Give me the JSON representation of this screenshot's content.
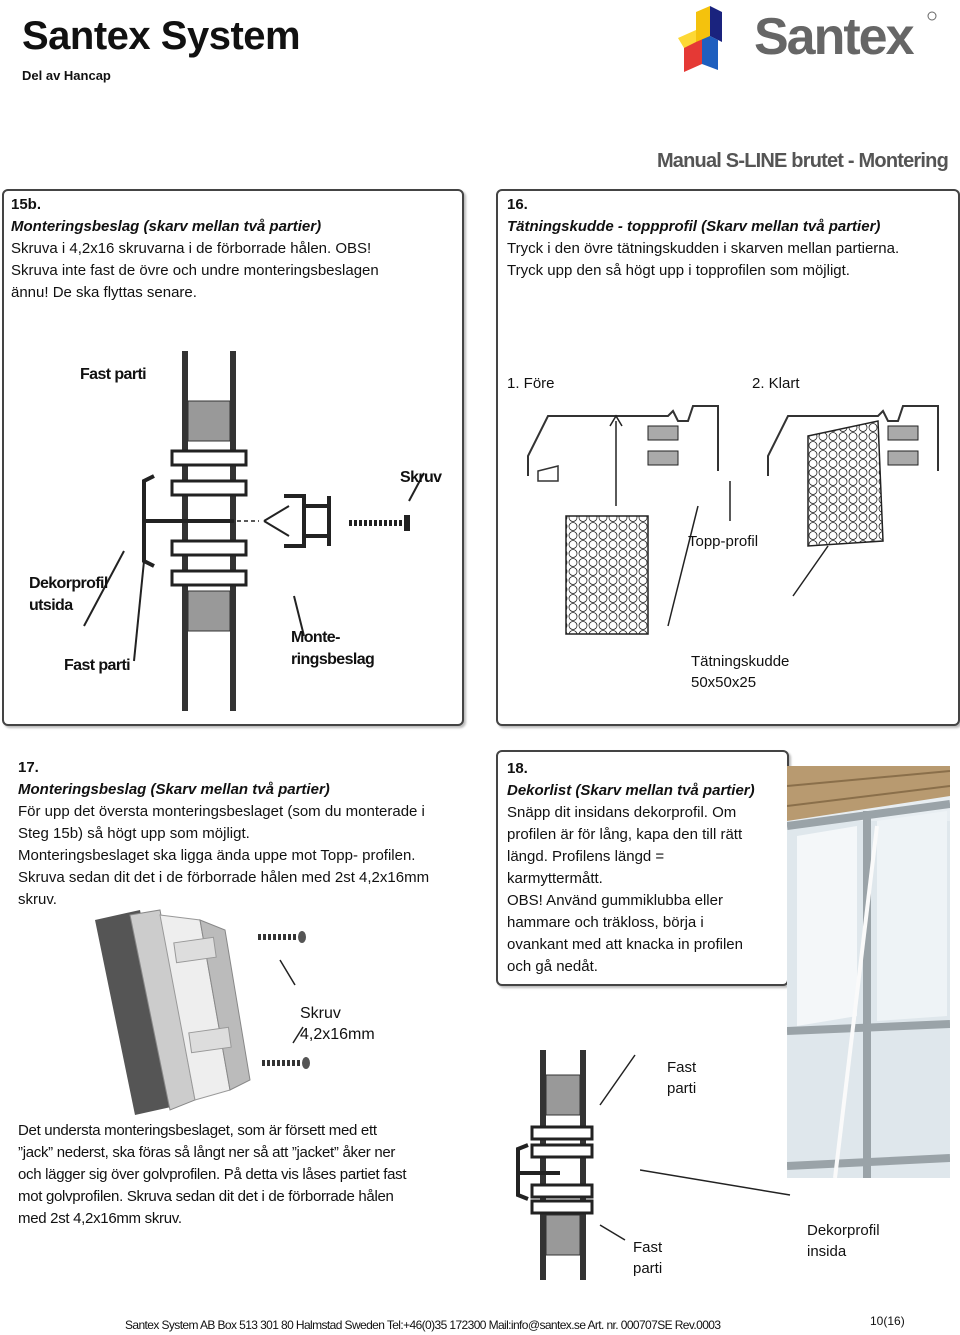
{
  "header": {
    "brand": "Santex System",
    "subtitle": "Del av Hancap",
    "logo_text": "Santex",
    "manual_title": "Manual S-LINE brutet - Montering"
  },
  "step15b": {
    "number": "15b.",
    "title": "Monteringsbeslag (skarv mellan två partier)",
    "line1": "Skruva i  4,2x16 skruvarna i de förborrade hålen. OBS!",
    "line2": "Skruva inte fast de övre och undre monteringsbeslagen",
    "line3": "ännu! De ska flyttas senare.",
    "drawing_labels": {
      "fast_top": "Fast parti",
      "skruv": "Skruv",
      "dekorprofil": "Dekorprofil",
      "utsida": "utsida",
      "monte": "Monte-",
      "ringsbeslag": "ringsbeslag",
      "fast_bottom": "Fast parti"
    }
  },
  "step16": {
    "number": "16.",
    "title_italic": "Tätningskudde - toppprofil",
    "title_rest": " (Skarv mellan två partier)",
    "line1": "Tryck i den övre tätningskudden i skarven mellan partierna.",
    "line2": "Tryck upp den så högt upp i topprofilen som möjligt.",
    "label_before": "1. Före",
    "label_after": "2. Klart",
    "label_topp": "Topp-profil",
    "label_kudde": "Tätningskudde",
    "label_size": "50x50x25"
  },
  "step17": {
    "number": "17.",
    "title_italic": "Monteringsbeslag",
    "title_rest": " (Skarv mellan två partier)",
    "line1": "För upp det översta monteringsbeslaget (som du monterade i",
    "line2": "Steg 15b) så högt upp som möjligt.",
    "line3": "Monteringsbeslaget ska ligga ända uppe mot Topp- profilen.",
    "line4": "Skruva sedan dit det i de förborrade hålen med 2st 4,2x16mm",
    "line5": "skruv.",
    "skruv_label": "Skruv",
    "skruv_size": "4,2x16mm",
    "bottom1": "Det understa monteringsbeslaget, som är försett med ett",
    "bottom2": "”jack” nederst, ska föras så långt ner så att ”jacket” åker ner",
    "bottom3": "och lägger sig över golvprofilen. På detta vis låses partiet fast",
    "bottom4": "mot golvprofilen. Skruva sedan dit det i de förborrade hålen",
    "bottom5": "med 2st 4,2x16mm skruv."
  },
  "step18": {
    "number": "18.",
    "title_italic": "Dekorlist",
    "title_rest": " (Skarv mellan två partier)",
    "line1": "Snäpp dit insidans dekorprofil. Om",
    "line2": "profilen är för lång, kapa den till rätt",
    "line3": "längd. Profilens längd =",
    "line4": "karmyttermått.",
    "line5": "OBS! Använd gummiklubba eller",
    "line6": "hammare och träkloss, börja i",
    "line7": "ovankant med att knacka in profilen",
    "line8": "och gå nedåt.",
    "fast1a": "Fast",
    "fast1b": "parti",
    "fast2a": "Fast",
    "fast2b": "parti",
    "dekor1": "Dekorprofil",
    "dekor2": "insida"
  },
  "footer": {
    "text": "Santex System AB Box 513 301 80 Halmstad Sweden Tel:+46(0)35 172300 Mail:info@santex.se Art. nr. 000707SE Rev.0003",
    "page": "10(16)"
  }
}
